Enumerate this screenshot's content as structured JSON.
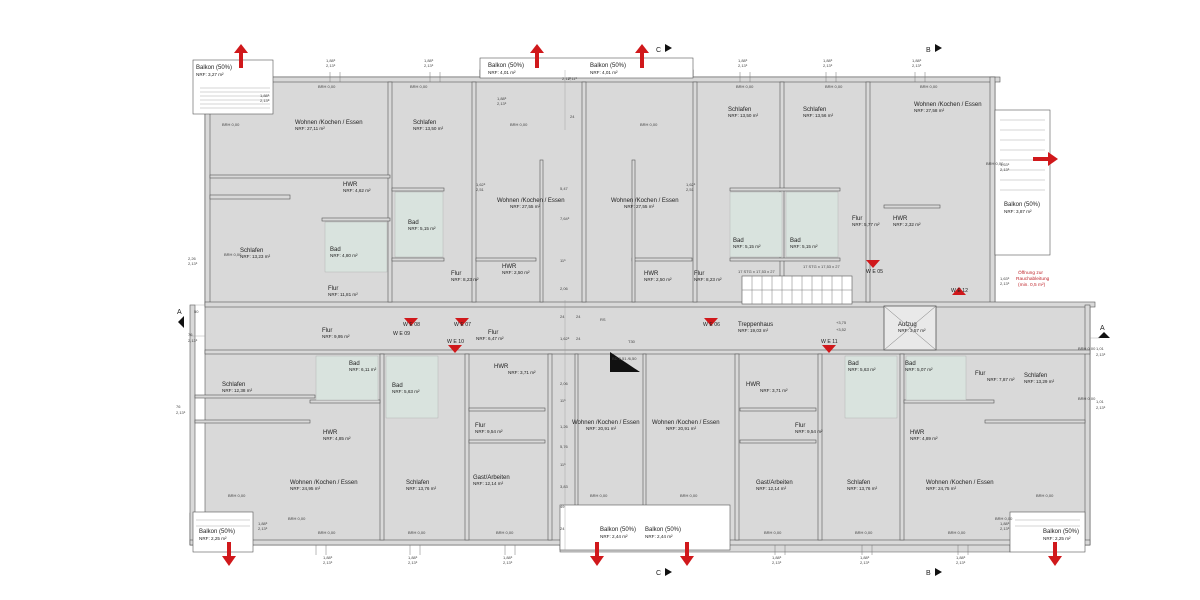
{
  "plan_title": "",
  "rooms": [
    {
      "id": "r01",
      "name": "Balkon (50%)",
      "nrf": "NRF: 3,27 m²"
    },
    {
      "id": "r02",
      "name": "Wohnen /Kochen / Essen",
      "nrf": "NRF: 27,11 m²"
    },
    {
      "id": "r03",
      "name": "Schlafen",
      "nrf": "NRF: 13,50 m²"
    },
    {
      "id": "r04",
      "name": "Balkon (50%)",
      "nrf": "NRF: 4,01 m²"
    },
    {
      "id": "r05",
      "name": "Balkon (50%)",
      "nrf": "NRF: 4,01 m²"
    },
    {
      "id": "r06",
      "name": "Schlafen",
      "nrf": "NRF: 13,50 m²"
    },
    {
      "id": "r07",
      "name": "Schlafen",
      "nrf": "NRF: 13,56 m²"
    },
    {
      "id": "r08",
      "name": "Wohnen /Kochen / Essen",
      "nrf": "NRF: 27,58 m²"
    },
    {
      "id": "r09",
      "name": "HWR",
      "nrf": "NRF: 4,62 m²"
    },
    {
      "id": "r10",
      "name": "Bad",
      "nrf": "NRF: 5,15 m²"
    },
    {
      "id": "r11",
      "name": "Wohnen /Kochen / Essen",
      "nrf": "NRF: 27,55 m²"
    },
    {
      "id": "r12",
      "name": "Wohnen /Kochen / Essen",
      "nrf": "NRF: 27,55 m²"
    },
    {
      "id": "r13",
      "name": "Balkon (50%)",
      "nrf": "NRF: 3,87 m²"
    },
    {
      "id": "r14",
      "name": "Schlafen",
      "nrf": "NRF: 13,23 m²"
    },
    {
      "id": "r15",
      "name": "Bad",
      "nrf": "NRF: 4,80 m²"
    },
    {
      "id": "r16",
      "name": "Bad",
      "nrf": "NRF: 5,15 m²"
    },
    {
      "id": "r17",
      "name": "Bad",
      "nrf": "NRF: 5,15 m²"
    },
    {
      "id": "r18",
      "name": "Flur",
      "nrf": "NRF: 5,77 m²"
    },
    {
      "id": "r19",
      "name": "HWR",
      "nrf": "NRF: 2,32 m²"
    },
    {
      "id": "r20",
      "name": "HWR",
      "nrf": "NRF: 2,50 m²"
    },
    {
      "id": "r21",
      "name": "HWR",
      "nrf": "NRF: 2,50 m²"
    },
    {
      "id": "r22",
      "name": "Flur",
      "nrf": "NRF: 8,23 m²"
    },
    {
      "id": "r23",
      "name": "Flur",
      "nrf": "NRF: 8,23 m²"
    },
    {
      "id": "r24",
      "name": "Flur",
      "nrf": "NRF: 11,81 m²"
    },
    {
      "id": "r25",
      "name": "Flur",
      "nrf": "NRF: 9,95 m²"
    },
    {
      "id": "r26",
      "name": "Flur",
      "nrf": "NRF: 6,47 m²"
    },
    {
      "id": "r27",
      "name": "Treppenhaus",
      "nrf": "NRF: 19,03 m²"
    },
    {
      "id": "r28",
      "name": "Aufzug",
      "nrf": "NRF: 3,57 m²"
    },
    {
      "id": "r29",
      "name": "Bad",
      "nrf": "NRF: 6,11 m²"
    },
    {
      "id": "r30",
      "name": "Bad",
      "nrf": "NRF: 5,63 m²"
    },
    {
      "id": "r31",
      "name": "HWR",
      "nrf": "NRF: 3,71 m²"
    },
    {
      "id": "r32",
      "name": "HWR",
      "nrf": "NRF: 3,71 m²"
    },
    {
      "id": "r33",
      "name": "Bad",
      "nrf": "NRF: 5,63 m²"
    },
    {
      "id": "r34",
      "name": "Bad",
      "nrf": "NRF: 5,07 m²"
    },
    {
      "id": "r35",
      "name": "Flur",
      "nrf": "NRF: 7,87 m²"
    },
    {
      "id": "r36",
      "name": "Schlafen",
      "nrf": "NRF: 12,38 m²"
    },
    {
      "id": "r37",
      "name": "Schlafen",
      "nrf": "NRF: 13,29 m²"
    },
    {
      "id": "r38",
      "name": "HWR",
      "nrf": "NRF: 4,85 m²"
    },
    {
      "id": "r39",
      "name": "Flur",
      "nrf": "NRF: 9,54 m²"
    },
    {
      "id": "r40",
      "name": "Wohnen /Kochen / Essen",
      "nrf": "NRF: 20,91 m²"
    },
    {
      "id": "r41",
      "name": "Wohnen /Kochen / Essen",
      "nrf": "NRF: 20,91 m²"
    },
    {
      "id": "r42",
      "name": "Flur",
      "nrf": "NRF: 9,54 m²"
    },
    {
      "id": "r43",
      "name": "HWR",
      "nrf": "NRF: 4,89 m²"
    },
    {
      "id": "r44",
      "name": "Wohnen /Kochen / Essen",
      "nrf": "NRF: 24,95 m²"
    },
    {
      "id": "r45",
      "name": "Schlafen",
      "nrf": "NRF: 13,76 m²"
    },
    {
      "id": "r46",
      "name": "Gast/Arbeiten",
      "nrf": "NRF: 12,14 m²"
    },
    {
      "id": "r47",
      "name": "Gast/Arbeiten",
      "nrf": "NRF: 12,14 m²"
    },
    {
      "id": "r48",
      "name": "Schlafen",
      "nrf": "NRF: 13,76 m²"
    },
    {
      "id": "r49",
      "name": "Wohnen /Kochen / Essen",
      "nrf": "NRF: 24,75 m²"
    },
    {
      "id": "r50",
      "name": "Balkon (50%)",
      "nrf": "NRF: 2,25 m²"
    },
    {
      "id": "r51",
      "name": "Balkon (50%)",
      "nrf": "NRF: 2,44 m²"
    },
    {
      "id": "r52",
      "name": "Balkon (50%)",
      "nrf": "NRF: 2,44 m²"
    },
    {
      "id": "r53",
      "name": "Balkon (50%)",
      "nrf": "NRF: 2,25 m²"
    }
  ],
  "units": [
    {
      "id": "u1",
      "label": "W E 08"
    },
    {
      "id": "u2",
      "label": "W E 07"
    },
    {
      "id": "u3",
      "label": "W E 06"
    },
    {
      "id": "u4",
      "label": "W E 05"
    },
    {
      "id": "u5",
      "label": "W E 12"
    },
    {
      "id": "u6",
      "label": "W E 09"
    },
    {
      "id": "u7",
      "label": "W E 10"
    },
    {
      "id": "u8",
      "label": "W E 11"
    }
  ],
  "section_marks": [
    {
      "id": "s1",
      "label": "C"
    },
    {
      "id": "s2",
      "label": "B"
    },
    {
      "id": "s3",
      "label": "A"
    },
    {
      "id": "s4",
      "label": "A"
    },
    {
      "id": "s5",
      "label": "C"
    },
    {
      "id": "s6",
      "label": "B"
    }
  ],
  "annotations": {
    "stair_top_left": "17 STG x 17,53 x 27",
    "stair_top_right": "17 STG x 17,53 x 27",
    "level_upper": "+3,75",
    "level_lower": "+3,52",
    "smoke_vent_1": "Öffnung zur",
    "smoke_vent_2": "Rauchableitung",
    "smoke_vent_3": "(min. 0,5 m²)",
    "bo_note": "BD 2,51 /6,50",
    "t30": "T30",
    "rs": "RS"
  },
  "wall_dims": [
    {
      "id": "d01",
      "v": "1,88⁵"
    },
    {
      "id": "d02",
      "v": "2,13⁵"
    },
    {
      "id": "d03",
      "v": "1,88⁵"
    },
    {
      "id": "d04",
      "v": "2,13⁵"
    },
    {
      "id": "d05",
      "v": "2,11⁵"
    },
    {
      "id": "d06",
      "v": "2,11⁵"
    },
    {
      "id": "d07",
      "v": "1,88⁵"
    },
    {
      "id": "d08",
      "v": "2,13⁵"
    },
    {
      "id": "d09",
      "v": "1,88⁵"
    },
    {
      "id": "d10",
      "v": "2,13⁵"
    },
    {
      "id": "d11",
      "v": "1,88⁵"
    },
    {
      "id": "d12",
      "v": "2,13⁵"
    },
    {
      "id": "d13",
      "v": "1,88⁵"
    },
    {
      "id": "d14",
      "v": "2,13⁵"
    },
    {
      "id": "d15",
      "v": "1,88⁵"
    },
    {
      "id": "d16",
      "v": "2,13⁵"
    },
    {
      "id": "d17",
      "v": "1,63⁵"
    },
    {
      "id": "d18",
      "v": "2,13⁵"
    },
    {
      "id": "d19",
      "v": "1,63⁵"
    },
    {
      "id": "d20",
      "v": "2,13⁵"
    },
    {
      "id": "d21",
      "v": "2,26"
    },
    {
      "id": "d22",
      "v": "2,13⁵"
    },
    {
      "id": "d23",
      "v": "76"
    },
    {
      "id": "d24",
      "v": "2,13⁵"
    },
    {
      "id": "d25",
      "v": "76"
    },
    {
      "id": "d26",
      "v": "2,13⁵"
    },
    {
      "id": "d27",
      "v": "1,01"
    },
    {
      "id": "d28",
      "v": "2,13⁵"
    },
    {
      "id": "d29",
      "v": "1,01"
    },
    {
      "id": "d30",
      "v": "2,13⁵"
    },
    {
      "id": "d31",
      "v": "1,88⁵"
    },
    {
      "id": "d32",
      "v": "2,13⁵"
    },
    {
      "id": "d33",
      "v": "1,88⁵"
    },
    {
      "id": "d34",
      "v": "2,13⁵"
    },
    {
      "id": "d35",
      "v": "1,88⁵"
    },
    {
      "id": "d36",
      "v": "2,13⁵"
    },
    {
      "id": "d37",
      "v": "1,88⁵"
    },
    {
      "id": "d38",
      "v": "2,13⁵"
    },
    {
      "id": "d39",
      "v": "1,88⁵"
    },
    {
      "id": "d40",
      "v": "2,13⁵"
    },
    {
      "id": "d41",
      "v": "1,88⁵"
    },
    {
      "id": "d42",
      "v": "2,13⁵"
    },
    {
      "id": "d43",
      "v": "1,88⁵"
    },
    {
      "id": "d44",
      "v": "2,13⁵"
    },
    {
      "id": "d45",
      "v": "1,88⁵"
    },
    {
      "id": "d46",
      "v": "2,13⁵"
    },
    {
      "id": "d47",
      "v": "50"
    },
    {
      "id": "d48",
      "v": "24"
    },
    {
      "id": "d49",
      "v": "5,47"
    },
    {
      "id": "d50",
      "v": "7,64⁵"
    },
    {
      "id": "d51",
      "v": "11⁵"
    },
    {
      "id": "d52",
      "v": "2,06"
    },
    {
      "id": "d53",
      "v": "24"
    },
    {
      "id": "d54",
      "v": "1,62⁵"
    },
    {
      "id": "d55",
      "v": "24"
    },
    {
      "id": "d56",
      "v": "2,06"
    },
    {
      "id": "d57",
      "v": "11⁵"
    },
    {
      "id": "d58",
      "v": "1,26"
    },
    {
      "id": "d59",
      "v": "5,76"
    },
    {
      "id": "d60",
      "v": "11⁵"
    },
    {
      "id": "d61",
      "v": "3,83"
    },
    {
      "id": "d62",
      "v": "49"
    },
    {
      "id": "d63",
      "v": "24"
    },
    {
      "id": "d64",
      "v": "24"
    },
    {
      "id": "d65",
      "v": "1,62⁵"
    },
    {
      "id": "d66",
      "v": "2,51"
    },
    {
      "id": "d67",
      "v": "1,62⁵"
    },
    {
      "id": "d68",
      "v": "2,51"
    }
  ],
  "brh": [
    {
      "id": "b01",
      "v": "BRH 0,00"
    },
    {
      "id": "b02",
      "v": "BRH 0,00"
    },
    {
      "id": "b03",
      "v": "BRH 0,00"
    },
    {
      "id": "b04",
      "v": "BRH 0,00"
    },
    {
      "id": "b05",
      "v": "BRH 0,00"
    },
    {
      "id": "b06",
      "v": "BRH 0,00"
    },
    {
      "id": "b07",
      "v": "BRH 0,00"
    },
    {
      "id": "b08",
      "v": "BRH 0,00"
    },
    {
      "id": "b09",
      "v": "BRH 0,00"
    },
    {
      "id": "b10",
      "v": "BRH 0,00"
    },
    {
      "id": "b11",
      "v": "BRH 0,00"
    },
    {
      "id": "b12",
      "v": "BRH 0,00"
    },
    {
      "id": "b13",
      "v": "BRH 0,00"
    },
    {
      "id": "b14",
      "v": "BRH 0,00"
    },
    {
      "id": "b15",
      "v": "BRH 0,00"
    },
    {
      "id": "b16",
      "v": "BRH 0,00"
    },
    {
      "id": "b17",
      "v": "BRH 0,00"
    },
    {
      "id": "b18",
      "v": "BRH 0,00"
    },
    {
      "id": "b19",
      "v": "BRH 0,00"
    },
    {
      "id": "b20",
      "v": "BRH 0,00"
    },
    {
      "id": "b21",
      "v": "BRH 0,00"
    },
    {
      "id": "b22",
      "v": "BRH 0,00"
    },
    {
      "id": "b23",
      "v": "BRH 0,00"
    },
    {
      "id": "b24",
      "v": "BRH 0,00"
    }
  ],
  "colors": {
    "arrow": "#d0181b",
    "bath": "#d9e3de",
    "wall": "#d9d9d9",
    "note": "#c0272d"
  }
}
